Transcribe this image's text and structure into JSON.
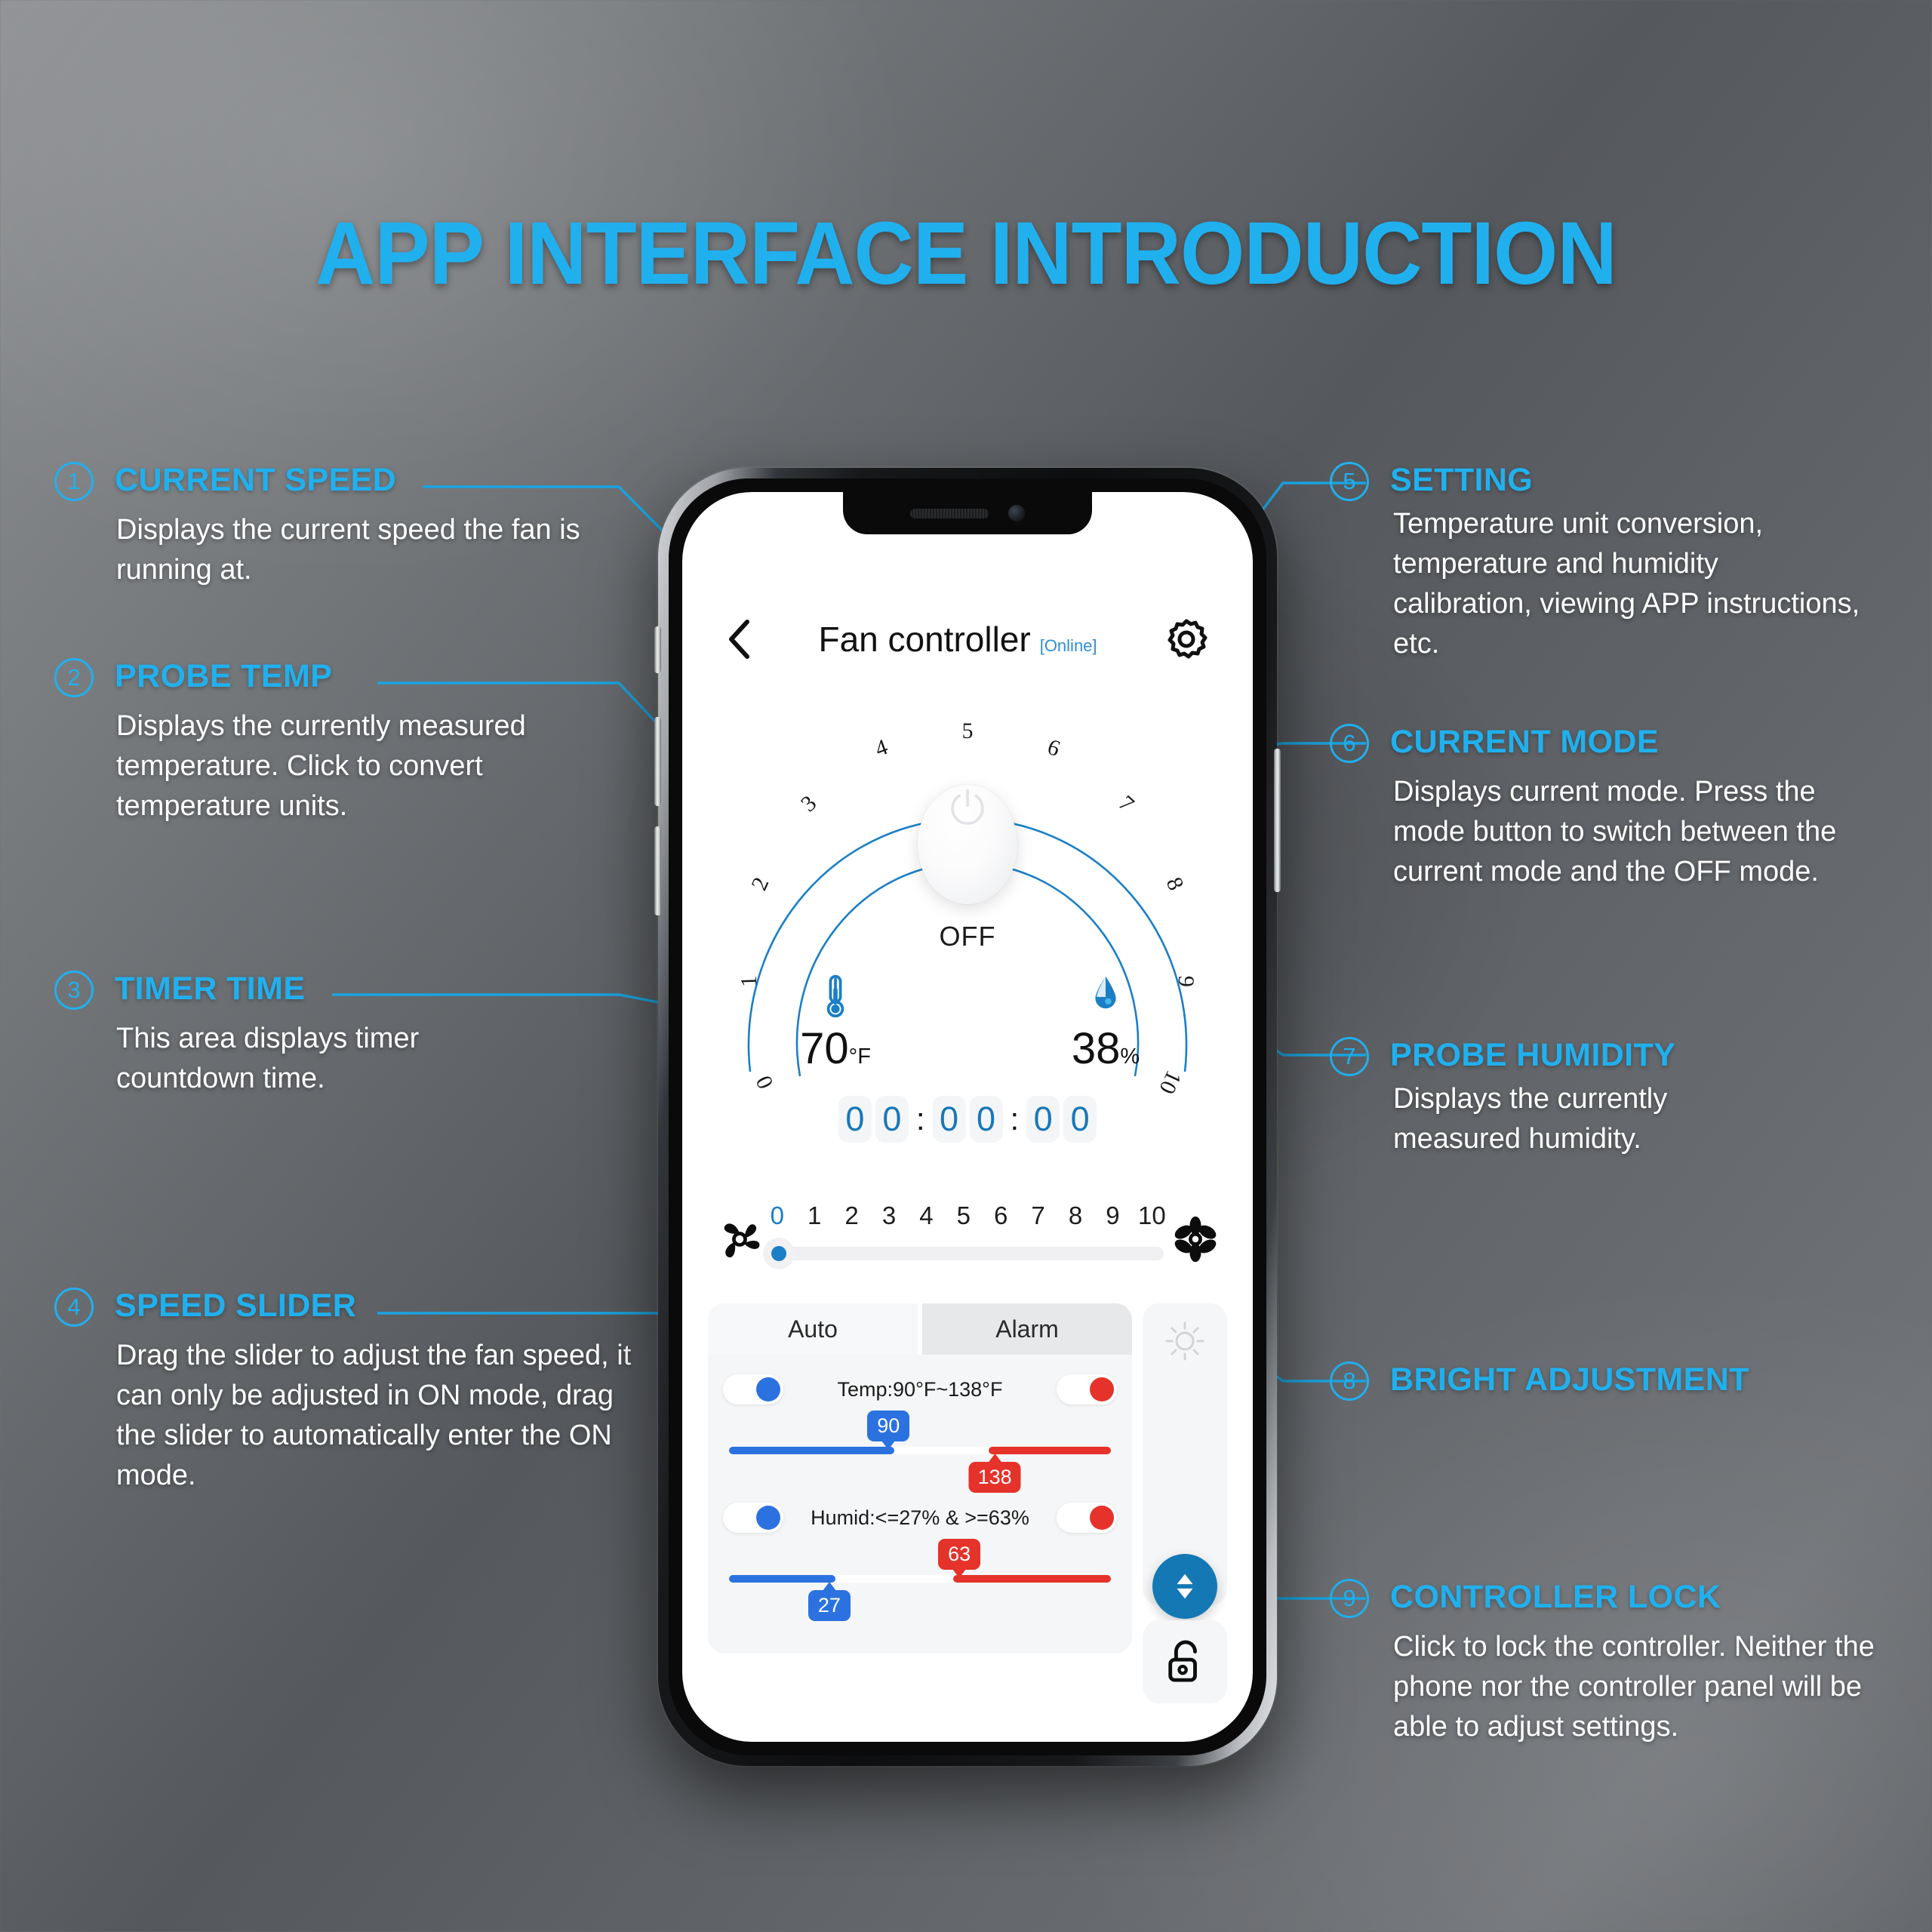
{
  "page": {
    "title": "APP INTERFACE INTRODUCTION",
    "accent": "#21b0ee"
  },
  "annotations": [
    {
      "num": "1",
      "label": "CURRENT SPEED",
      "body": "Displays the current speed the fan is running at."
    },
    {
      "num": "2",
      "label": "PROBE TEMP",
      "body": "Displays the currently measured temperature. Click to convert temperature units."
    },
    {
      "num": "3",
      "label": "TIMER TIME",
      "body": "This area displays timer countdown time."
    },
    {
      "num": "4",
      "label": "SPEED SLIDER",
      "body": "Drag the slider to adjust the fan speed, it can only be adjusted in ON mode, drag the slider to automatically enter the ON mode."
    },
    {
      "num": "5",
      "label": "SETTING",
      "body": "Temperature unit conversion, temperature and humidity calibration, viewing APP instructions, etc."
    },
    {
      "num": "6",
      "label": "CURRENT MODE",
      "body": "Displays current mode. Press the mode button to switch between the current mode and the OFF mode."
    },
    {
      "num": "7",
      "label": "PROBE HUMIDITY",
      "body": "Displays the currently measured humidity."
    },
    {
      "num": "8",
      "label": "BRIGHT ADJUSTMENT",
      "body": ""
    },
    {
      "num": "9",
      "label": "CONTROLLER LOCK",
      "body": "Click to lock the controller. Neither the phone nor the controller panel will be able to adjust settings."
    }
  ],
  "app": {
    "header": {
      "title": "Fan controller",
      "status": "[Online]"
    },
    "dial": {
      "ticks": [
        "0",
        "1",
        "2",
        "3",
        "4",
        "5",
        "6",
        "7",
        "8",
        "9",
        "10"
      ],
      "mode_label": "OFF"
    },
    "readings": {
      "temp_value": "70",
      "temp_unit": "°F",
      "hum_value": "38",
      "hum_unit": "%"
    },
    "timer": {
      "digits": [
        "0",
        "0",
        "0",
        "0",
        "0",
        "0"
      ],
      "separator": ":"
    },
    "speed_slider": {
      "labels": [
        "0",
        "1",
        "2",
        "3",
        "4",
        "5",
        "6",
        "7",
        "8",
        "9",
        "10"
      ],
      "value": "0"
    },
    "tabs": [
      {
        "label": "Auto",
        "active": true
      },
      {
        "label": "Alarm",
        "active": false
      }
    ],
    "controls": [
      {
        "label": "Temp:90°F~138°F",
        "low_value": "90",
        "high_value": "138",
        "low_pct": 42,
        "high_pct": 69
      },
      {
        "label": "Humid:<=27% & >=63%",
        "low_value": "27",
        "high_value": "63",
        "low_pct": 27,
        "high_pct": 60
      }
    ]
  },
  "colors": {
    "accent_cyan": "#21b0ee",
    "blue": "#2b72e0",
    "red": "#e5322a",
    "dial_blue": "#1a7fc6"
  }
}
